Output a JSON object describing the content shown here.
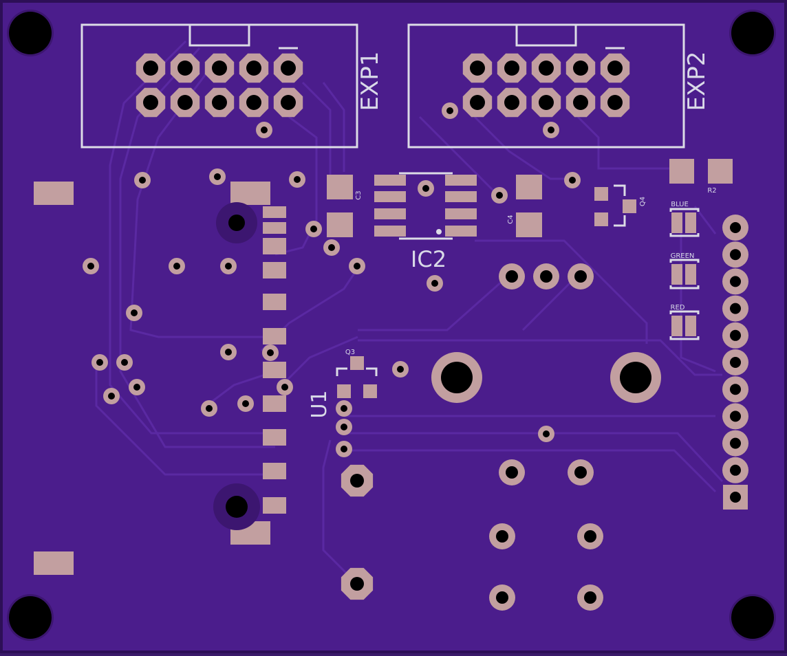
{
  "colors": {
    "board": "#4b1d8c",
    "board_edge": "#2d0f57",
    "trace": "#5b2aa3",
    "copper": "#c29fa0",
    "silk": "#dcdce6",
    "drill": "#000000"
  },
  "silkscreen": {
    "exp1": "EXP1",
    "exp2": "EXP2",
    "ic2": "IC2",
    "u1": "U1",
    "c3": "C3",
    "c4": "C4",
    "q3": "Q3",
    "q4": "Q4",
    "r2": "R2",
    "led_blue": "BLUE",
    "led_green": "GREEN",
    "led_red": "RED"
  }
}
